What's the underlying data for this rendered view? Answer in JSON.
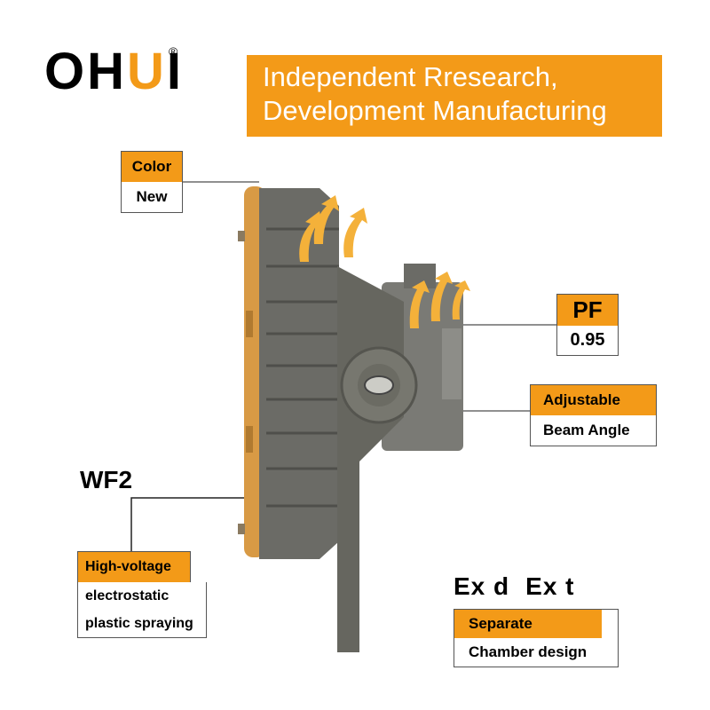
{
  "logo": {
    "prefix": "OH",
    "accent": "U",
    "suffix": "I",
    "registered": "®"
  },
  "banner": {
    "line1": "Independent Rresearch,",
    "line2": "Development Manufacturing"
  },
  "labels": {
    "color": {
      "title": "Color",
      "value": "New"
    },
    "pf": {
      "title": "PF",
      "value": "0.95"
    },
    "adjustable": {
      "title": "Adjustable",
      "value": "Beam Angle"
    },
    "model": "WF2",
    "coating": {
      "title": "High-voltage",
      "line2": "electrostatic",
      "line3": "plastic spraying"
    },
    "ex": {
      "part1": "Ex d",
      "part2": "Ex t"
    },
    "chamber": {
      "title": "Separate",
      "value": "Chamber design"
    }
  },
  "colors": {
    "accent": "#f39a18",
    "housing": "#6b6b66",
    "body_orange": "#d89a45"
  },
  "icons": [
    "heat-arrow-icon",
    "rotation-knob-icon"
  ]
}
